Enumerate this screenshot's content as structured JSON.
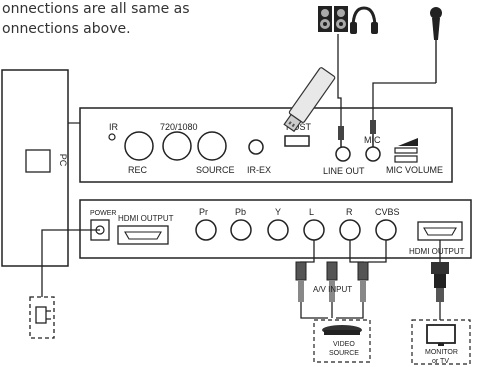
{
  "note": {
    "line1": "onnections are all same as",
    "line2": "onnections above."
  },
  "pc": {
    "label": "PC"
  },
  "top_panel": {
    "ir": "IR",
    "res": "720/1080",
    "rec": "REC",
    "source": "SOURCE",
    "ir_ex": "IR-EX",
    "host": "HOST",
    "line_out": "LINE OUT",
    "mic": "MIC",
    "mic_volume": "MIC VOLUME"
  },
  "bottom_panel": {
    "power": "POWER",
    "hdmi_output_left": "HDMI OUTPUT",
    "pr": "Pr",
    "pb": "Pb",
    "y": "Y",
    "l": "L",
    "r": "R",
    "cvbs": "CVBS",
    "hdmi_output_right": "HDMI OUTPUT"
  },
  "devices": {
    "av_input": "A/V INPUT",
    "video_source_line1": "VIDEO",
    "video_source_line2": "SOURCE",
    "monitor_line1": "MONITOR",
    "monitor_line2": "or TV"
  },
  "icons": [
    "speakers-icon",
    "headphones-icon",
    "microphone-icon",
    "usb-drive-icon",
    "power-adapter-icon",
    "rca-plugs-icon",
    "hdmi-plug-icon",
    "video-source-device-icon",
    "monitor-icon"
  ]
}
